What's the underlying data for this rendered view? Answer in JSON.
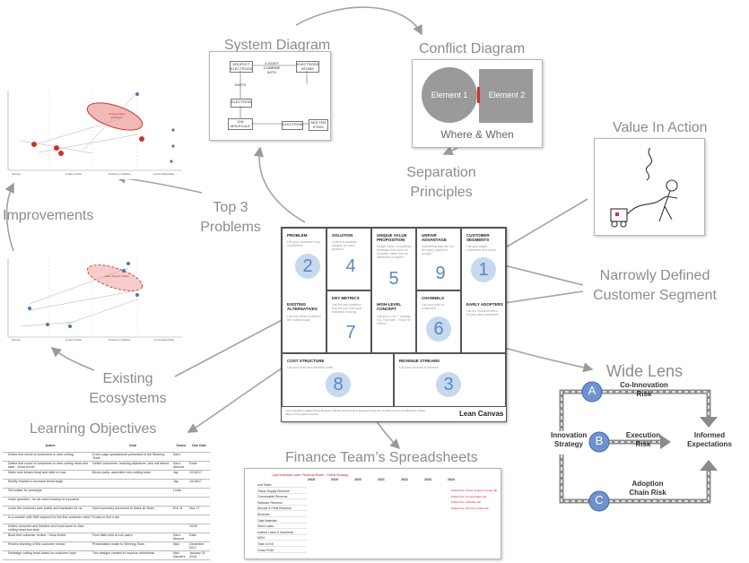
{
  "labels": {
    "system_diagram": "System Diagram",
    "conflict_diagram": "Conflict Diagram",
    "value_in_action": "Value In Action",
    "separation_principles": "Separation Principles",
    "top_problems": "Top 3 Problems",
    "improvements": "Improvements",
    "narrow_segment": "Narrowly Defined Customer Segment",
    "wide_lens": "Wide Lens",
    "existing_ecosystems": "Existing Ecosystems",
    "learning_objectives": "Learning Objectives",
    "finance_spreadsheets": "Finance Team’s Spreadsheets"
  },
  "conflict": {
    "element1": "Element 1",
    "element2": "Element 2",
    "caption": "Where &  When"
  },
  "system": {
    "droplet": "DROPLET ELECTRODE",
    "dont_combine": "X DON'T COMBINE WITH",
    "electrode_atoms": "ELECTRODE ATOMS",
    "emits": "EMITS",
    "ion": "ION MOLECULE",
    "electron_left": "ELECTRON",
    "electron_right": "ELECTRON",
    "molten": "MOLTEN STEEL"
  },
  "lean": {
    "problem": "PROBLEM",
    "problem_sub": "List your customer's top 3 problems",
    "existing": "EXISTING ALTERNATIVES",
    "existing_sub": "List how these problems are solved today",
    "solution": "SOLUTION",
    "solution_sub": "Outline a possible solution for each problem",
    "key_metrics": "KEY METRICS",
    "key_metrics_sub": "List the key numbers that tell you how your business is doing",
    "uvp": "UNIQUE VALUE PROPOSITION",
    "uvp_sub": "Single, clear, compelling message that turns an unaware visitor into an interested prospect",
    "high_level": "HIGH-LEVEL CONCEPT",
    "high_level_sub": "List your X for Y analogy e.g. YouTube = Flickr for videos",
    "unfair": "UNFAIR ADVANTAGE",
    "unfair_sub": "Something that can not be easily copied or bought",
    "channels": "CHANNELS",
    "channels_sub": "List your path to customers",
    "segments": "CUSTOMER SEGMENTS",
    "segments_sub": "List your target customers and users",
    "early": "EARLY ADOPTERS",
    "early_sub": "List the characteristics of your ideal customers",
    "cost": "COST STRUCTURE",
    "cost_sub": "List your fixed and variable costs",
    "revenue": "REVENUE STREAMS",
    "revenue_sub": "List your sources of revenue",
    "footer": "Lean Canvas is adapted from Business Model Canvas and is licensed under the Creative Commons Attribution-Share Alike 3.0 Un-ported License.",
    "brand": "Lean Canvas",
    "n_problem": "2",
    "n_solution": "4",
    "n_uvp": "5",
    "n_unfair": "9",
    "n_segments": "1",
    "n_metrics": "7",
    "n_channels": "6",
    "n_cost": "8",
    "n_revenue": "3"
  },
  "wide_lens": {
    "innovation_strategy": "Innovation Strategy",
    "co_innovation": "Co-Innovation Risk",
    "execution": "Execution Risk",
    "adoption": "Adoption Chain Risk",
    "informed": "Informed Expectations",
    "a": "A",
    "b": "B",
    "c": "C"
  },
  "learning_table": {
    "headers": [
      "Action",
      "Goal",
      "Owner",
      "Due Date"
    ],
    "rows": [
      [
        "Define first round of customers to view cutting",
        "A one page spreadsheet presented to the Steering Team",
        "Sara",
        ""
      ],
      [
        "Define first round of customers to view cutting head and slide - Sona Korter",
        "Define customers, learning objectives, who will attend",
        "Sara Atwood",
        "Done"
      ],
      [
        "Make sure lenses head and slide to Lisa",
        "Bezos parts, assemble new cutting head",
        "Jay",
        "10/18/17"
      ],
      [
        "Modify bracket to increase bevel angle",
        "",
        "Jay",
        "10/18/17"
      ],
      [
        "Get solder for prototype",
        "",
        "Linda",
        ""
      ],
      [
        "Learn question - do we need mockup of a product",
        "",
        "",
        ""
      ],
      [
        "Learn the customer pain points and hardware for us",
        "Send summary document to Make ist Team",
        "Eric M.",
        "Nov 17"
      ],
      [
        "Is a console with HMI required for the first customer order?",
        "Codes to find a fan",
        "",
        ""
      ],
      [
        "Define customer and timeline and book travel to view cutting head and slide",
        "",
        "",
        "10/26"
      ],
      [
        "Book first customer review - Sona Korter",
        "First visits held at end users",
        "Sara Atwood",
        "Date"
      ],
      [
        "Review learning of first customer review",
        "Presentation made to Steering Team",
        "Nick",
        "December 2017"
      ],
      [
        "Redesign cutting head based on customer input",
        "Two designs created to improve robustness",
        "Nick Sanders",
        "January 31 2018"
      ]
    ]
  },
  "finance": {
    "title": "Light Industrial Laser Financial Model - Global Strategy",
    "years": [
      "2018",
      "2019",
      "2020",
      "2021",
      "2022",
      "2023",
      "2024"
    ],
    "row_labels": [
      "Unit Sales",
      "Tissue Supply Revenue",
      "Consumable Revenue",
      "Software Revenue",
      "Service & Parts Revenue",
      "Revenue",
      "Total Materials",
      "Direct Labor",
      "Indirect Labor & Overhead",
      "MOH",
      "Total COGS",
      "Gross Profit"
    ],
    "notes": [
      "Pulled from Power Supply forecast tab",
      "Pulled from Consumables tab",
      "Pulled from Software tab",
      "Pulled from Service & Parts tab"
    ]
  },
  "charts": {
    "top": {
      "axis_labels": [
        "Service",
        "Custom Work",
        "Product on Market",
        "Commodity/Utility"
      ],
      "highlight": "Cutting Head Prototype",
      "markers": [
        "1",
        "2",
        "3",
        "4"
      ]
    },
    "bottom": {
      "axis_labels": [
        "Service",
        "Custom Work",
        "Product on Market",
        "Commodity/Utility"
      ],
      "highlight": "Laser System Stack"
    }
  }
}
